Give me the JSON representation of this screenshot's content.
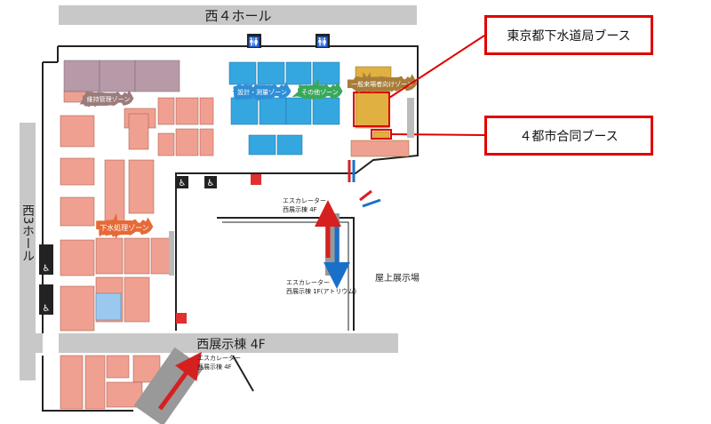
{
  "hall_labels": {
    "west4": "西４ホール",
    "west3": "西3ホール",
    "west4f": "西展示棟 4F",
    "rooftop": "屋上展示場"
  },
  "zones": {
    "maintenance": "維持管理ゾーン",
    "design": "設計・測量ゾーン",
    "other": "その他ゾーン",
    "general": "一般来場者向けゾーン",
    "sewage": "下水処理ゾーン"
  },
  "escalators": {
    "esc1_line1": "エスカレーター",
    "esc1_line2": "西展示棟 4F",
    "esc2_line1": "エスカレーター",
    "esc2_line2": "西展示棟 1F(アトリウム)",
    "esc3_line1": "エスカレーター",
    "esc3_line2": "西展示棟 4F"
  },
  "callouts": {
    "tokyo": "東京都下水道局ブース",
    "four_cities": "４都市合同ブース"
  },
  "icons": [
    "restroom-icon",
    "wheelchair-icon",
    "first-aid-icon",
    "escalator-up-arrow",
    "escalator-down-arrow"
  ],
  "colors": {
    "callout_border": "#e00000",
    "hall_band": "#c8c8c8",
    "zone_maintenance": "#9b7b7b",
    "zone_design": "#2f8fd6",
    "zone_other": "#3aa85a",
    "zone_general": "#a87d3a",
    "zone_sewage": "#e66a38",
    "booth_salmon": "#f0a090",
    "booth_mauve": "#b79aa8",
    "booth_blue": "#35a7e0",
    "booth_yellow": "#e0b040",
    "arrow_up": "#d62020",
    "arrow_down": "#1a70c8"
  }
}
